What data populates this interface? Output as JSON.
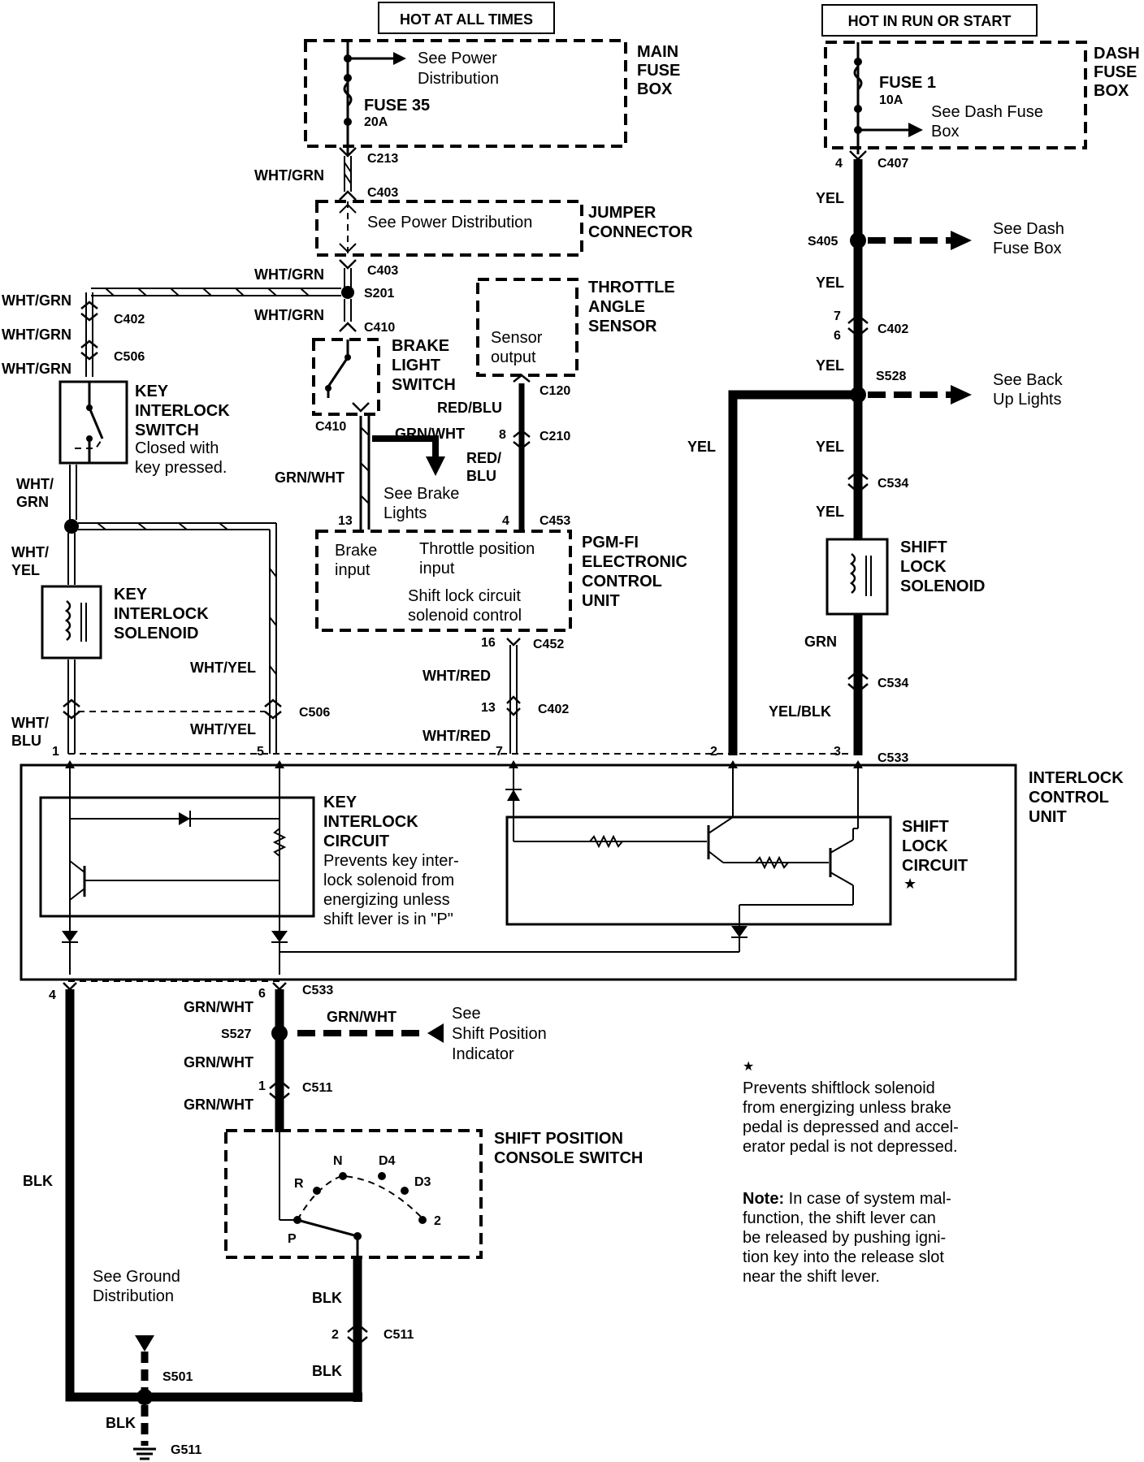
{
  "headers": {
    "hot_all_times": "HOT AT ALL TIMES",
    "hot_run_start": "HOT IN RUN OR START"
  },
  "main_fuse_box": {
    "label": [
      "MAIN",
      "FUSE",
      "BOX"
    ],
    "see": [
      "See Power",
      "Distribution"
    ],
    "fuse": "FUSE 35",
    "rating": "20A"
  },
  "dash_fuse_box": {
    "label": [
      "DASH",
      "FUSE",
      "BOX"
    ],
    "fuse": "FUSE 1",
    "rating": "10A",
    "see": [
      "See Dash Fuse",
      "Box"
    ]
  },
  "jumper_connector": {
    "label": [
      "JUMPER",
      "CONNECTOR"
    ],
    "see": "See Power Distribution"
  },
  "throttle_angle_sensor": {
    "label": [
      "THROTTLE",
      "ANGLE",
      "SENSOR"
    ],
    "inner": [
      "Sensor",
      "output"
    ]
  },
  "brake_light_switch": {
    "label": [
      "BRAKE",
      "LIGHT",
      "SWITCH"
    ]
  },
  "see_brake_lights": [
    "See Brake",
    "Lights"
  ],
  "see_dash_fuse_box": [
    "See Dash",
    "Fuse Box"
  ],
  "see_back_up_lights": [
    "See Back",
    "Up Lights"
  ],
  "pgm_fi": {
    "label": [
      "PGM-FI",
      "ELECTRONIC",
      "CONTROL",
      "UNIT"
    ],
    "brake_input": [
      "Brake",
      "input"
    ],
    "throttle_input": [
      "Throttle position",
      "input"
    ],
    "shift_lock": [
      "Shift lock circuit",
      "solenoid control"
    ]
  },
  "key_interlock_switch": {
    "label": [
      "KEY",
      "INTERLOCK",
      "SWITCH"
    ],
    "note": [
      "Closed with",
      "key pressed."
    ]
  },
  "key_interlock_solenoid": {
    "label": [
      "KEY",
      "INTERLOCK",
      "SOLENOID"
    ]
  },
  "shift_lock_solenoid": {
    "label": [
      "SHIFT",
      "LOCK",
      "SOLENOID"
    ]
  },
  "interlock_control_unit": {
    "label": [
      "INTERLOCK",
      "CONTROL",
      "UNIT"
    ],
    "key_circuit": [
      "KEY",
      "INTERLOCK",
      "CIRCUIT"
    ],
    "key_circuit_desc": [
      "Prevents key inter-",
      "lock solenoid from",
      "energizing unless",
      "shift lever is in \"P\""
    ],
    "shift_circuit": [
      "SHIFT",
      "LOCK",
      "CIRCUIT"
    ],
    "star": "★"
  },
  "shift_position_indicator": [
    "See",
    "Shift Position",
    "Indicator"
  ],
  "shift_position_switch": {
    "label": [
      "SHIFT POSITION",
      "CONSOLE SWITCH"
    ],
    "positions": [
      "R",
      "N",
      "D4",
      "D3",
      "2",
      "P"
    ]
  },
  "ground": {
    "see": [
      "See Ground",
      "Distribution"
    ],
    "splice": "S501",
    "ground_id": "G511"
  },
  "footnote": {
    "star": "★",
    "text": [
      "Prevents shiftlock solenoid",
      "from energizing unless brake",
      "pedal is depressed and accel-",
      "erator pedal is not depressed."
    ],
    "note_label": "Note:",
    "note_text": [
      " In case of system mal-",
      "function, the shift lever can",
      "be released by pushing igni-",
      "tion key into the release slot",
      "near the shift lever."
    ]
  },
  "wires": {
    "wht_grn": "WHT/GRN",
    "wht_grn_split": [
      "WHT/",
      "GRN"
    ],
    "wht_yel_split": [
      "WHT/",
      "YEL"
    ],
    "wht_blu_split": [
      "WHT/",
      "BLU"
    ],
    "wht_yel": "WHT/YEL",
    "grn_wht": "GRN/WHT",
    "red_blu": "RED/BLU",
    "red_blu_split": [
      "RED/",
      "BLU"
    ],
    "wht_red": "WHT/RED",
    "yel": "YEL",
    "grn": "GRN",
    "yel_blk": "YEL/BLK",
    "blk": "BLK"
  },
  "connectors": {
    "c213": "C213",
    "c403": "C403",
    "s201": "S201",
    "c410": "C410",
    "c402": "C402",
    "c506": "C506",
    "c120": "C120",
    "c210": "C210",
    "c453": "C453",
    "c452": "C452",
    "c407": "C407",
    "s405": "S405",
    "s528": "S528",
    "c534": "C534",
    "c533": "C533",
    "s527": "S527",
    "c511": "C511"
  },
  "pins": {
    "p1": "1",
    "p2": "2",
    "p3": "3",
    "p4": "4",
    "p5": "5",
    "p6": "6",
    "p7": "7",
    "p8": "8",
    "p13": "13",
    "p16": "16"
  }
}
